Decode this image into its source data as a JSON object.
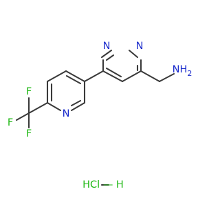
{
  "labels": {
    "n_pyrimidine_top": "N",
    "n_pyrimidine_right": "N",
    "n_pyridine": "N",
    "amine": "NH",
    "amine_sub": "2",
    "f_top": "F",
    "f_left": "F",
    "f_bottom": "F",
    "hcl": "HCl — H"
  },
  "colors": {
    "nitrogen": "#1a2bcc",
    "fluorine": "#1fb814",
    "chlorine": "#1fb814",
    "bond": "#3a3a3a"
  }
}
